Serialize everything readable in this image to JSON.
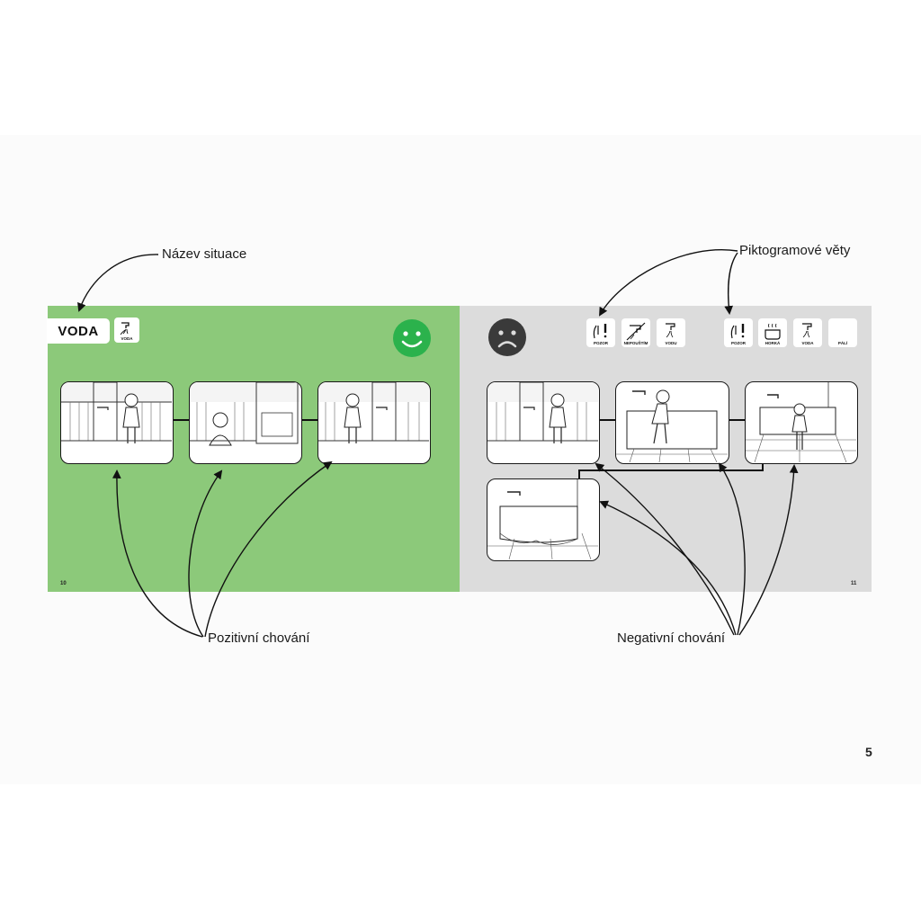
{
  "callouts": {
    "situation_name": "Název situace",
    "picto_sentences": "Piktogramové věty",
    "positive": "Pozitivní chování",
    "negative": "Negativní chování"
  },
  "left_page": {
    "title": "VODA",
    "title_picto_label": "VODA",
    "page_number": "10",
    "face": "smiley-face-icon",
    "face_color": "#2bb24c",
    "background": "#8cc97a"
  },
  "right_page": {
    "page_number": "11",
    "face": "sad-face-icon",
    "face_color": "#3a3a3a",
    "background": "#dcdcdc",
    "sentence_1": [
      "POZOR",
      "NEPOUŠTÍM",
      "VODU"
    ],
    "sentence_2": [
      "POZOR",
      "HORKÁ",
      "VODA",
      "PÁLÍ"
    ]
  },
  "document_page_number": "5"
}
